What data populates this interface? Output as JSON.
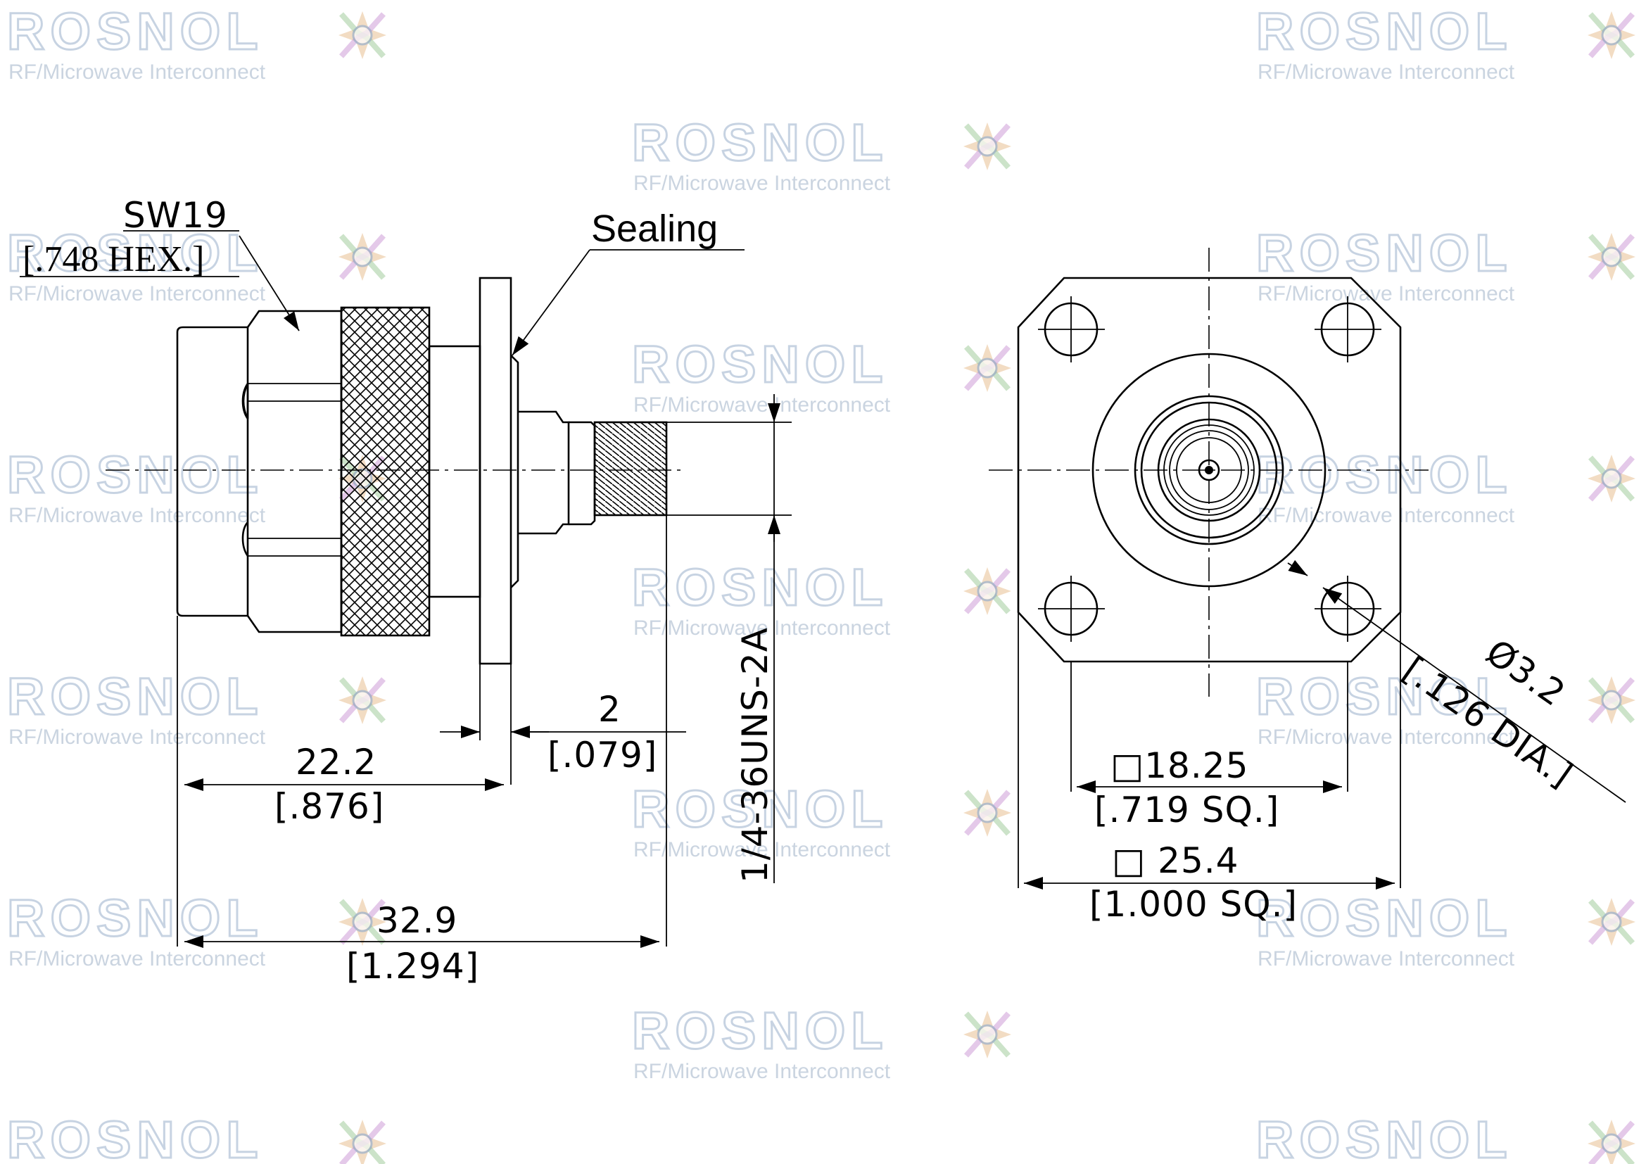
{
  "watermark": {
    "brand": "ROSNOL",
    "tagline": "RF/Microwave Interconnect",
    "colors": [
      "#9ab0cc",
      "#b9c6d6",
      "#e3b27a",
      "#8fc38a",
      "#c58ad0"
    ],
    "icon": "rosnol-star-logo"
  },
  "side_view": {
    "hex_label": "SW19",
    "hex_label_inch": "[.748 HEX.]",
    "sealing_label": "Sealing",
    "flange_thickness": "2",
    "flange_thickness_inch": "[.079]",
    "length_to_flange": "22.2",
    "length_to_flange_inch": "[.876]",
    "overall_length": "32.9",
    "overall_length_inch": "[1.294]",
    "thread_spec": "1/4-36UNS-2A"
  },
  "front_view": {
    "hole_spacing": "□18.25",
    "hole_spacing_inch": "[.719 SQ.]",
    "flange_size": "□ 25.4",
    "flange_size_inch": "[1.000 SQ.]",
    "hole_diameter": "Ø3.2",
    "hole_diameter_inch": "[.126 DIA.]"
  }
}
